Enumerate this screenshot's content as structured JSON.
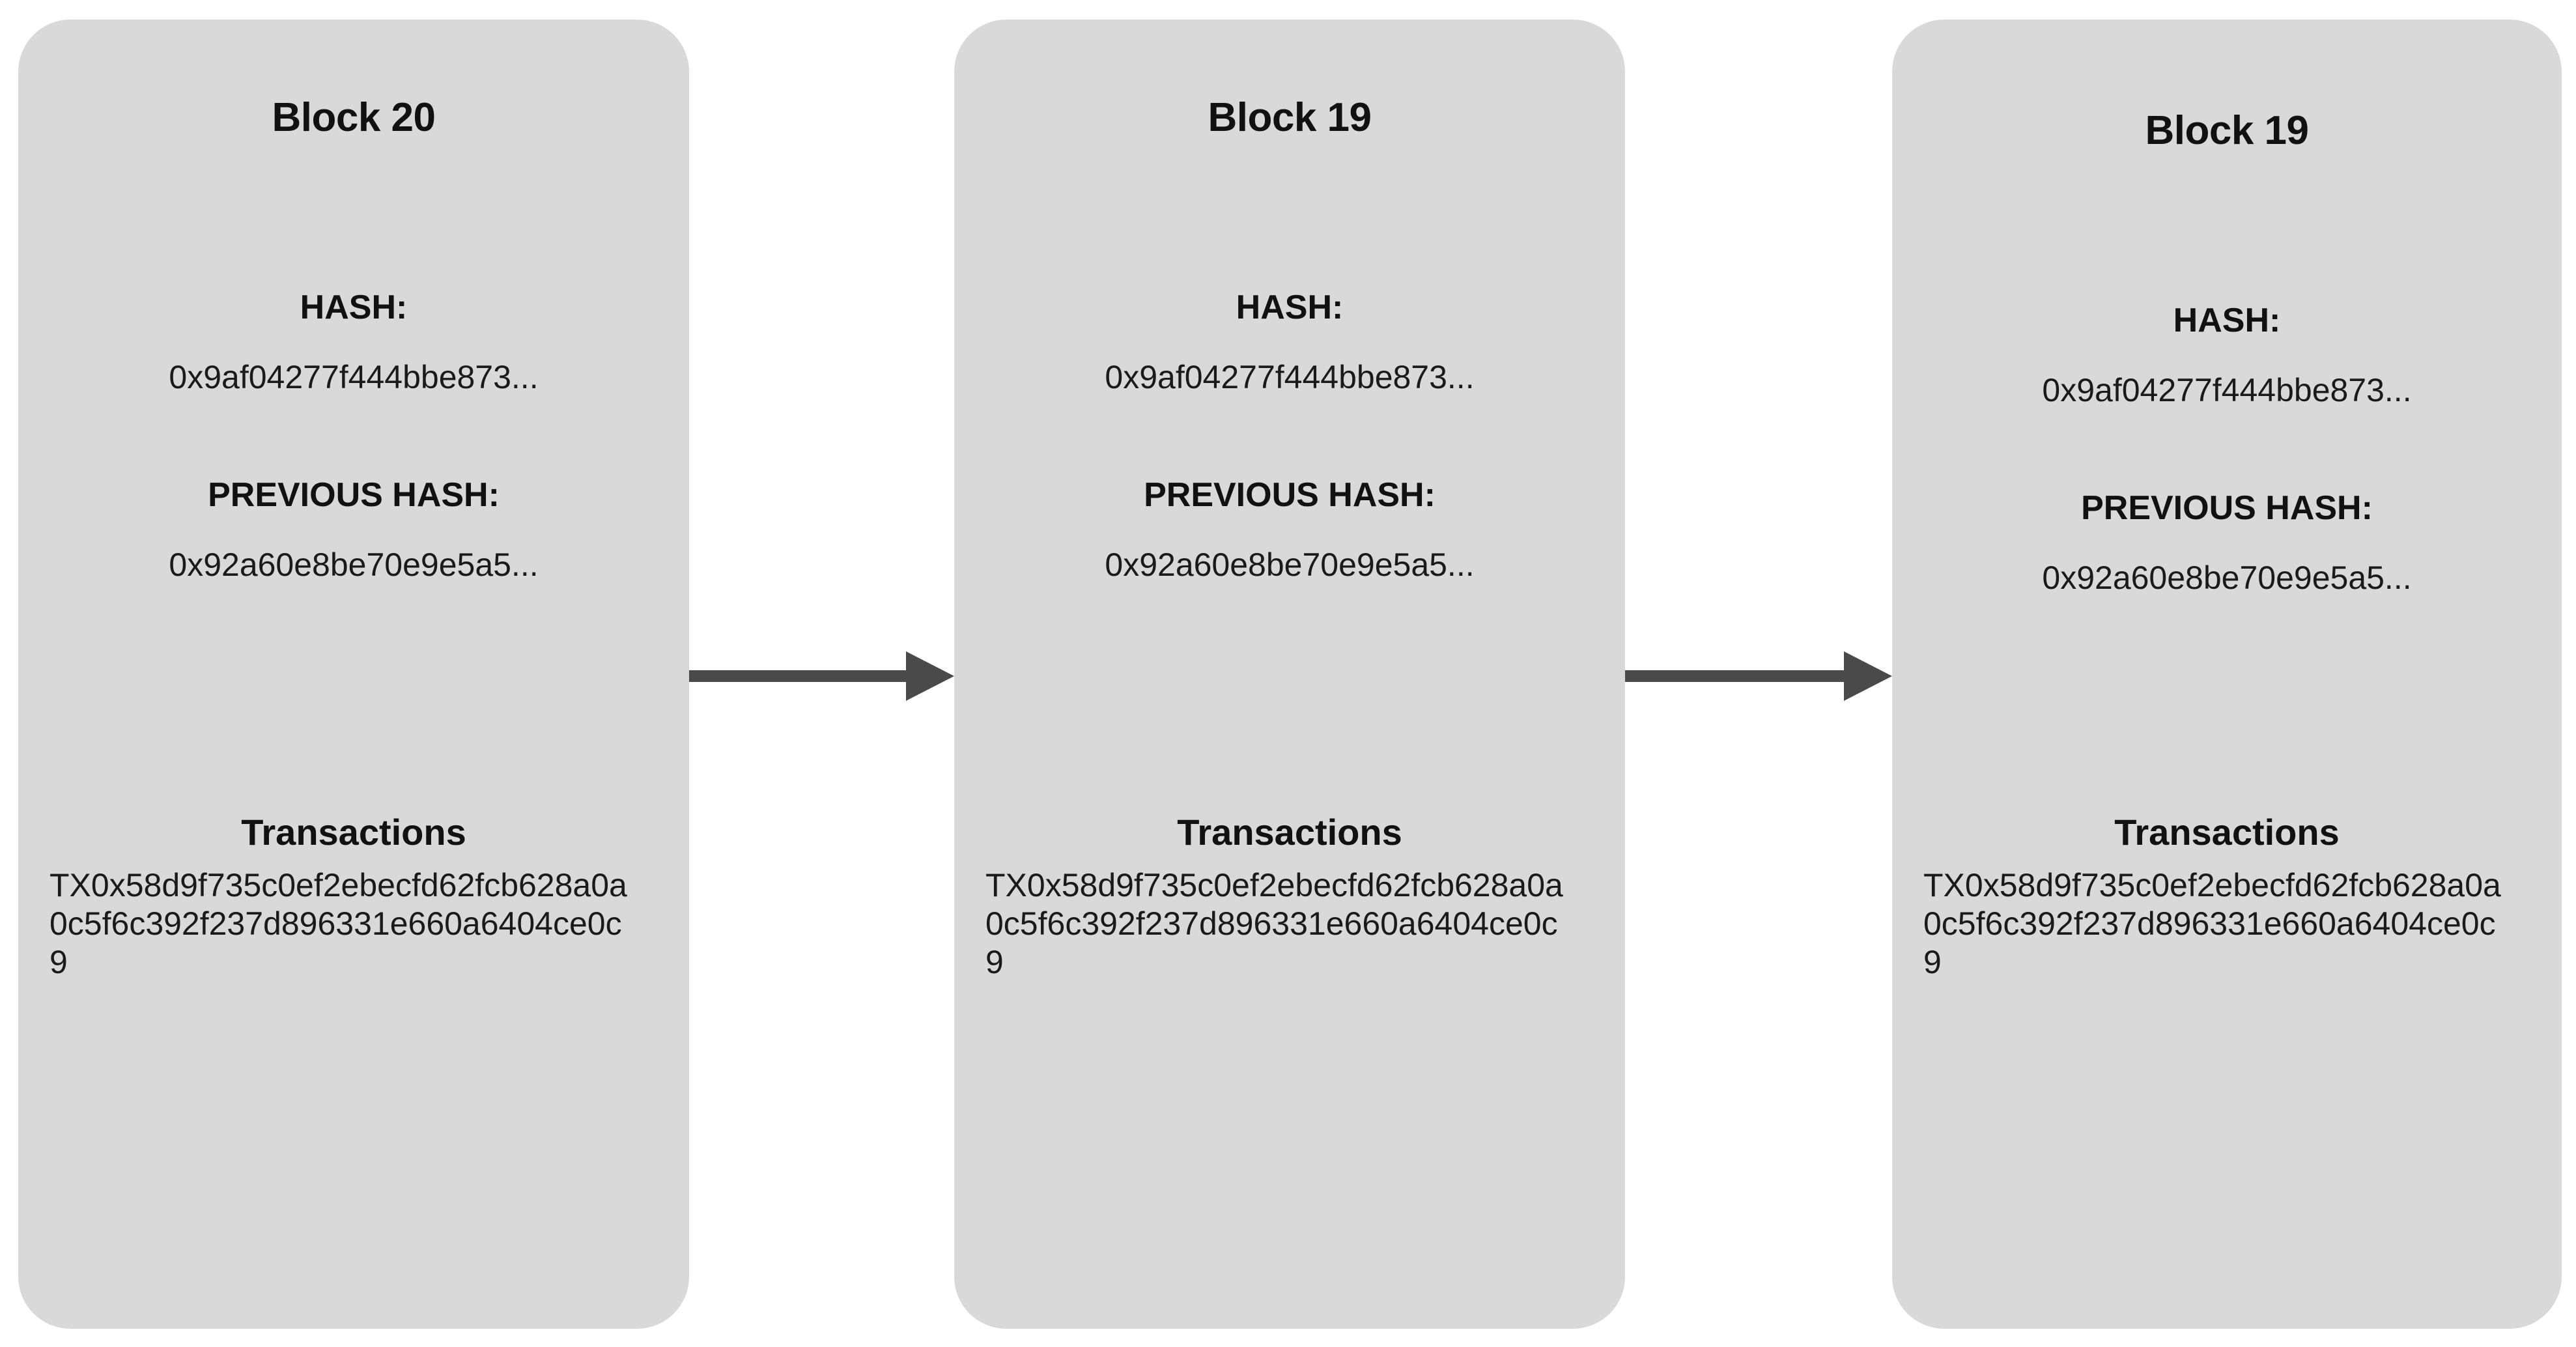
{
  "diagram": {
    "type": "blockchain-chain",
    "background_color": "#ffffff",
    "block_fill_color": "#d9d9d9",
    "arrow_color": "#4a4a4a",
    "text_color": "#111111"
  },
  "blocks": [
    {
      "title": "Block 20",
      "hash_label": "HASH:",
      "hash_value": "0x9af04277f444bbe873...",
      "prev_hash_label": "PREVIOUS HASH:",
      "prev_hash_value": "0x92a60e8be70e9e5a5...",
      "transactions_label": "Transactions",
      "transaction_hash": "TX0x58d9f735c0ef2ebecfd62fcb628a0a0c5f6c392f237d896331e660a6404ce0c9"
    },
    {
      "title": "Block 19",
      "hash_label": "HASH:",
      "hash_value": "0x9af04277f444bbe873...",
      "prev_hash_label": "PREVIOUS HASH:",
      "prev_hash_value": "0x92a60e8be70e9e5a5...",
      "transactions_label": "Transactions",
      "transaction_hash": "TX0x58d9f735c0ef2ebecfd62fcb628a0a0c5f6c392f237d896331e660a6404ce0c9"
    },
    {
      "title": "Block 19",
      "hash_label": "HASH:",
      "hash_value": "0x9af04277f444bbe873...",
      "prev_hash_label": "PREVIOUS HASH:",
      "prev_hash_value": "0x92a60e8be70e9e5a5...",
      "transactions_label": "Transactions",
      "transaction_hash": "TX0x58d9f735c0ef2ebecfd62fcb628a0a0c5f6c392f237d896331e660a6404ce0c9"
    }
  ],
  "connectors": [
    {
      "name": "arrow-block1-to-block2",
      "direction": "right"
    },
    {
      "name": "arrow-block2-to-block3",
      "direction": "right"
    }
  ]
}
